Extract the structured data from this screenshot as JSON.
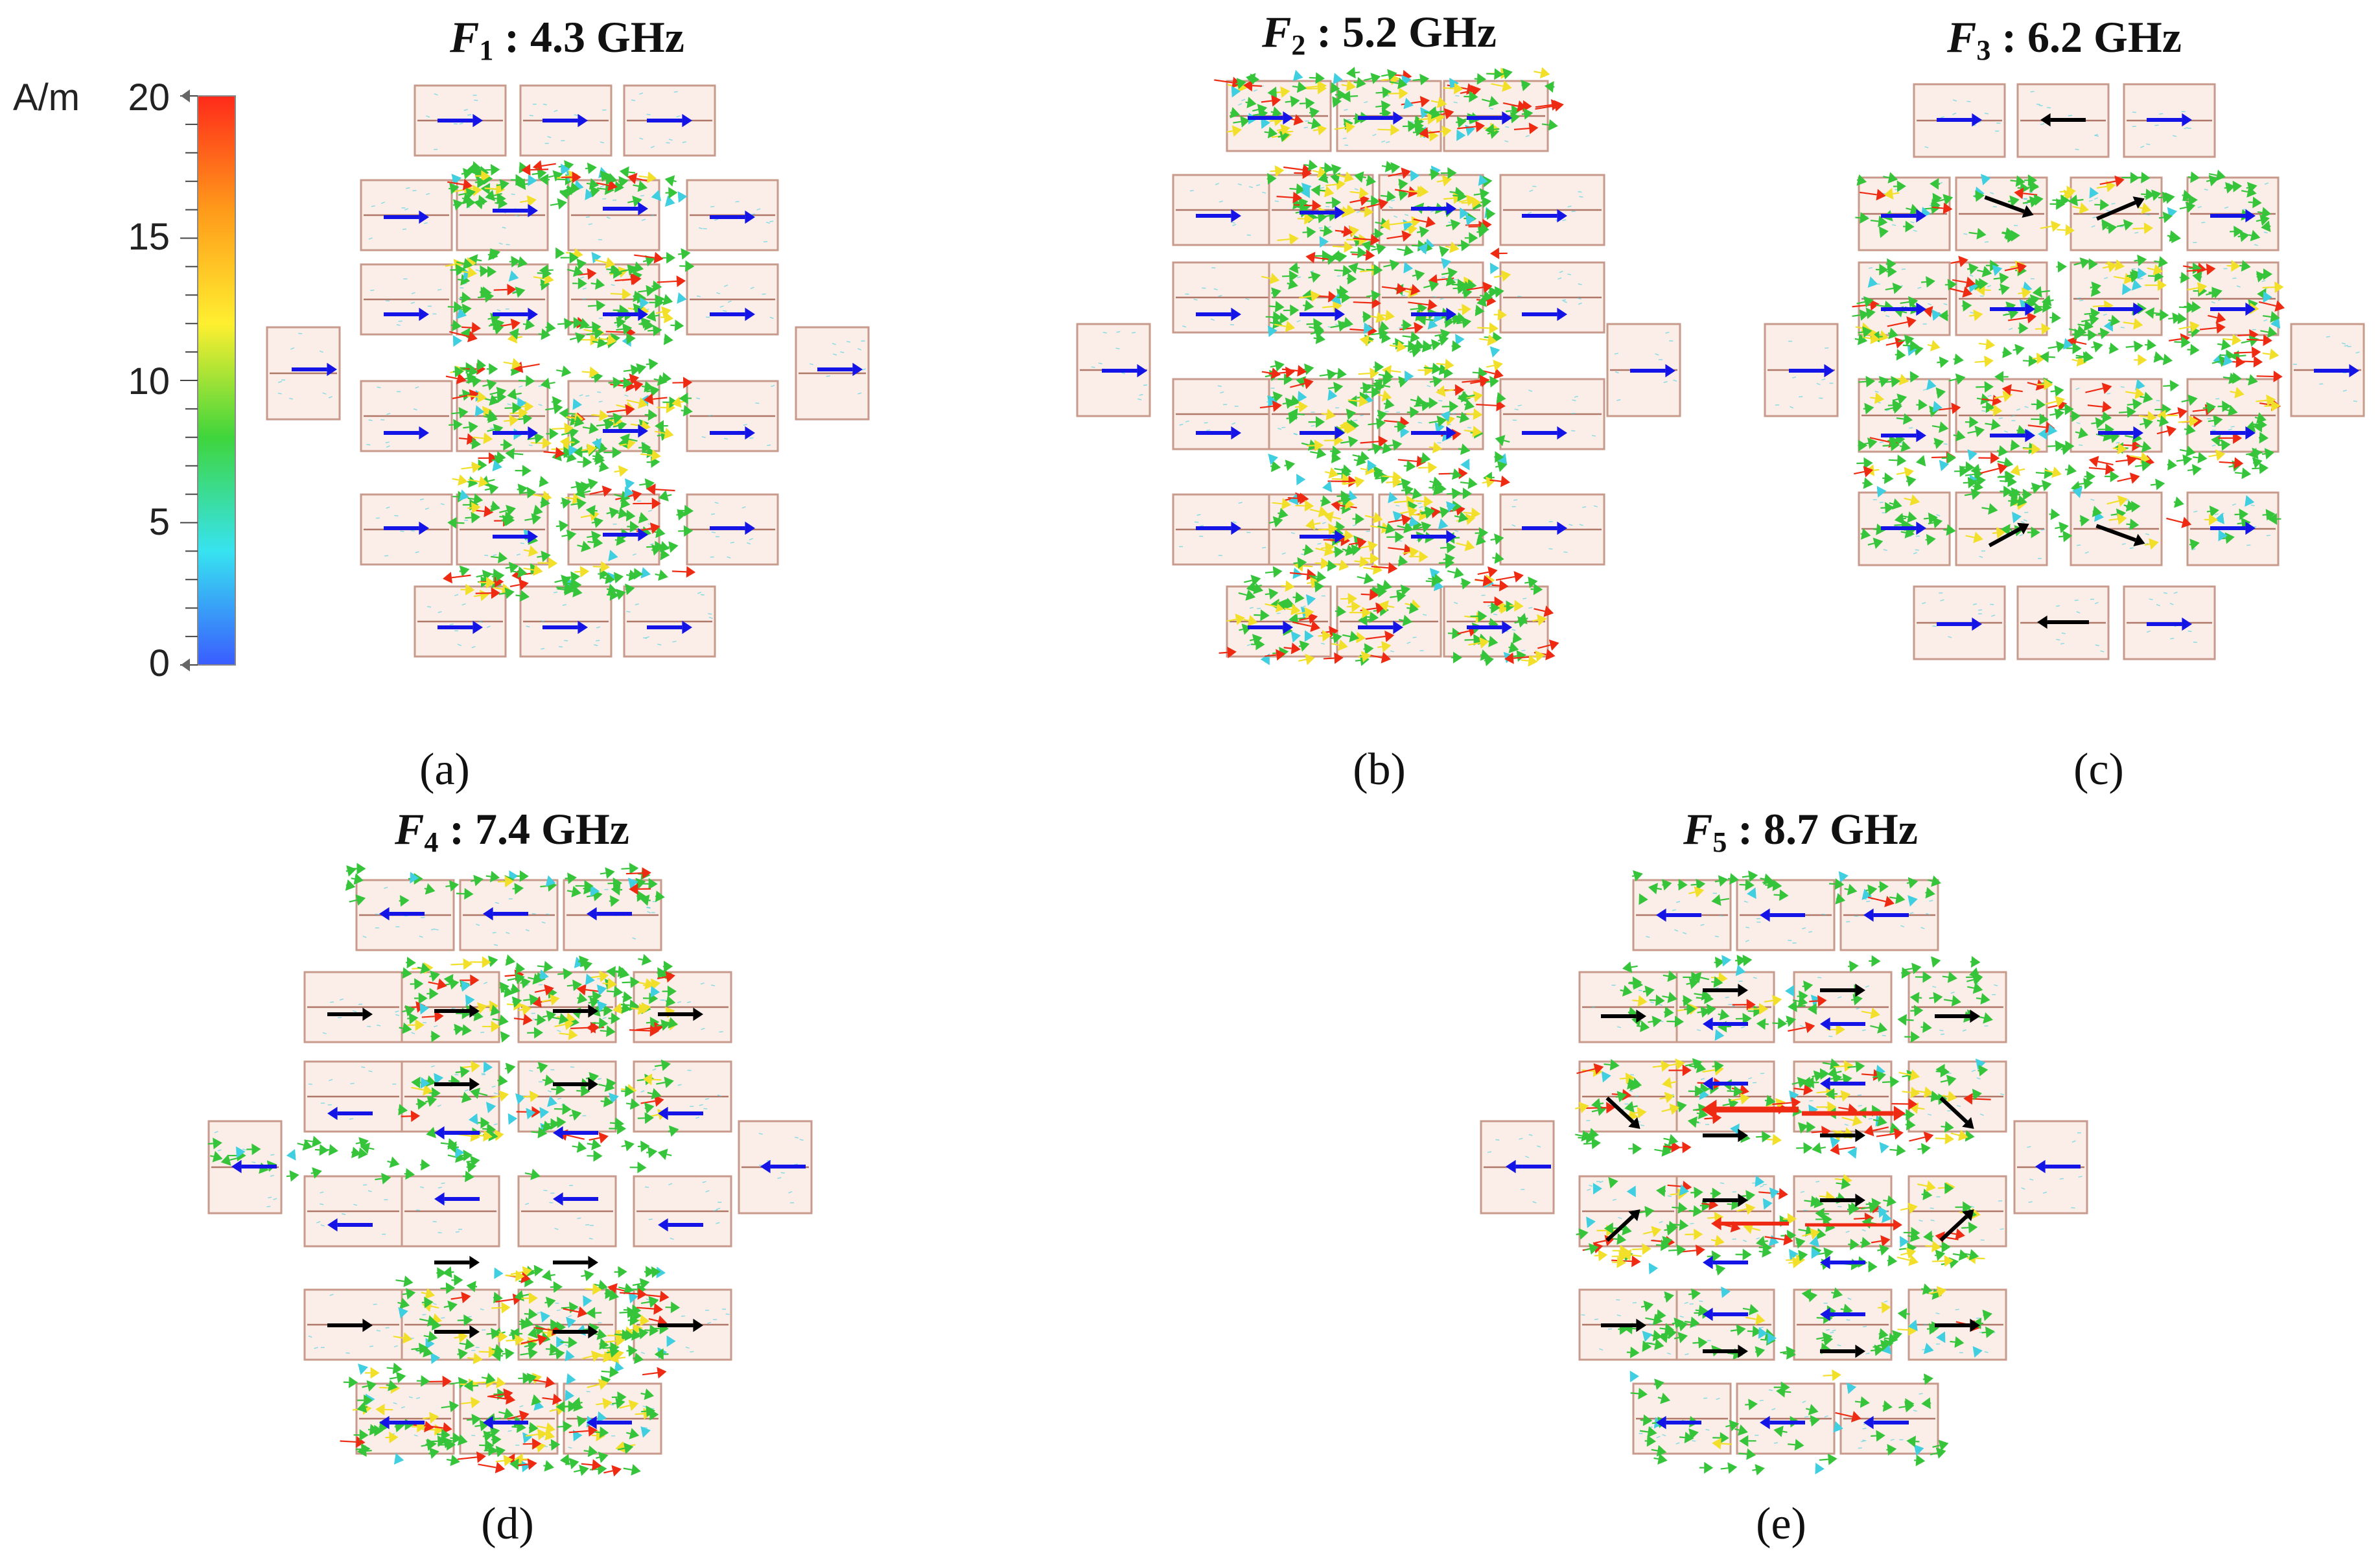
{
  "colorbar": {
    "unit": "A/m",
    "ticks": [
      "20",
      "15",
      "10",
      "5",
      "0"
    ],
    "stops": [
      "#ff2a1a",
      "#ff9a1a",
      "#ffef30",
      "#3fd53c",
      "#37e3f0",
      "#3a5cff"
    ]
  },
  "colors": {
    "patch_fill": "#fbeee8",
    "patch_border": "#c79a8c",
    "patch_line": "#b07868",
    "arrow_blue": "#1414e6",
    "arrow_black": "#000000",
    "field_green": "#35c43a",
    "field_yellow": "#f2df2a",
    "field_red": "#ee2a12",
    "field_cyan": "#3fcfe0"
  },
  "panels": [
    {
      "id": "a",
      "caption": "(a)",
      "title_var": "F",
      "title_sub": "1",
      "title_rest": " : 4.3 GHz"
    },
    {
      "id": "b",
      "caption": "(b)",
      "title_var": "F",
      "title_sub": "2",
      "title_rest": " : 5.2 GHz"
    },
    {
      "id": "c",
      "caption": "(c)",
      "title_var": "F",
      "title_sub": "3",
      "title_rest": " : 6.2 GHz"
    },
    {
      "id": "d",
      "caption": "(d)",
      "title_var": "F",
      "title_sub": "4",
      "title_rest": " : 7.4 GHz"
    },
    {
      "id": "e",
      "caption": "(e)",
      "title_var": "F",
      "title_sub": "5",
      "title_rest": " : 8.7 GHz"
    }
  ]
}
